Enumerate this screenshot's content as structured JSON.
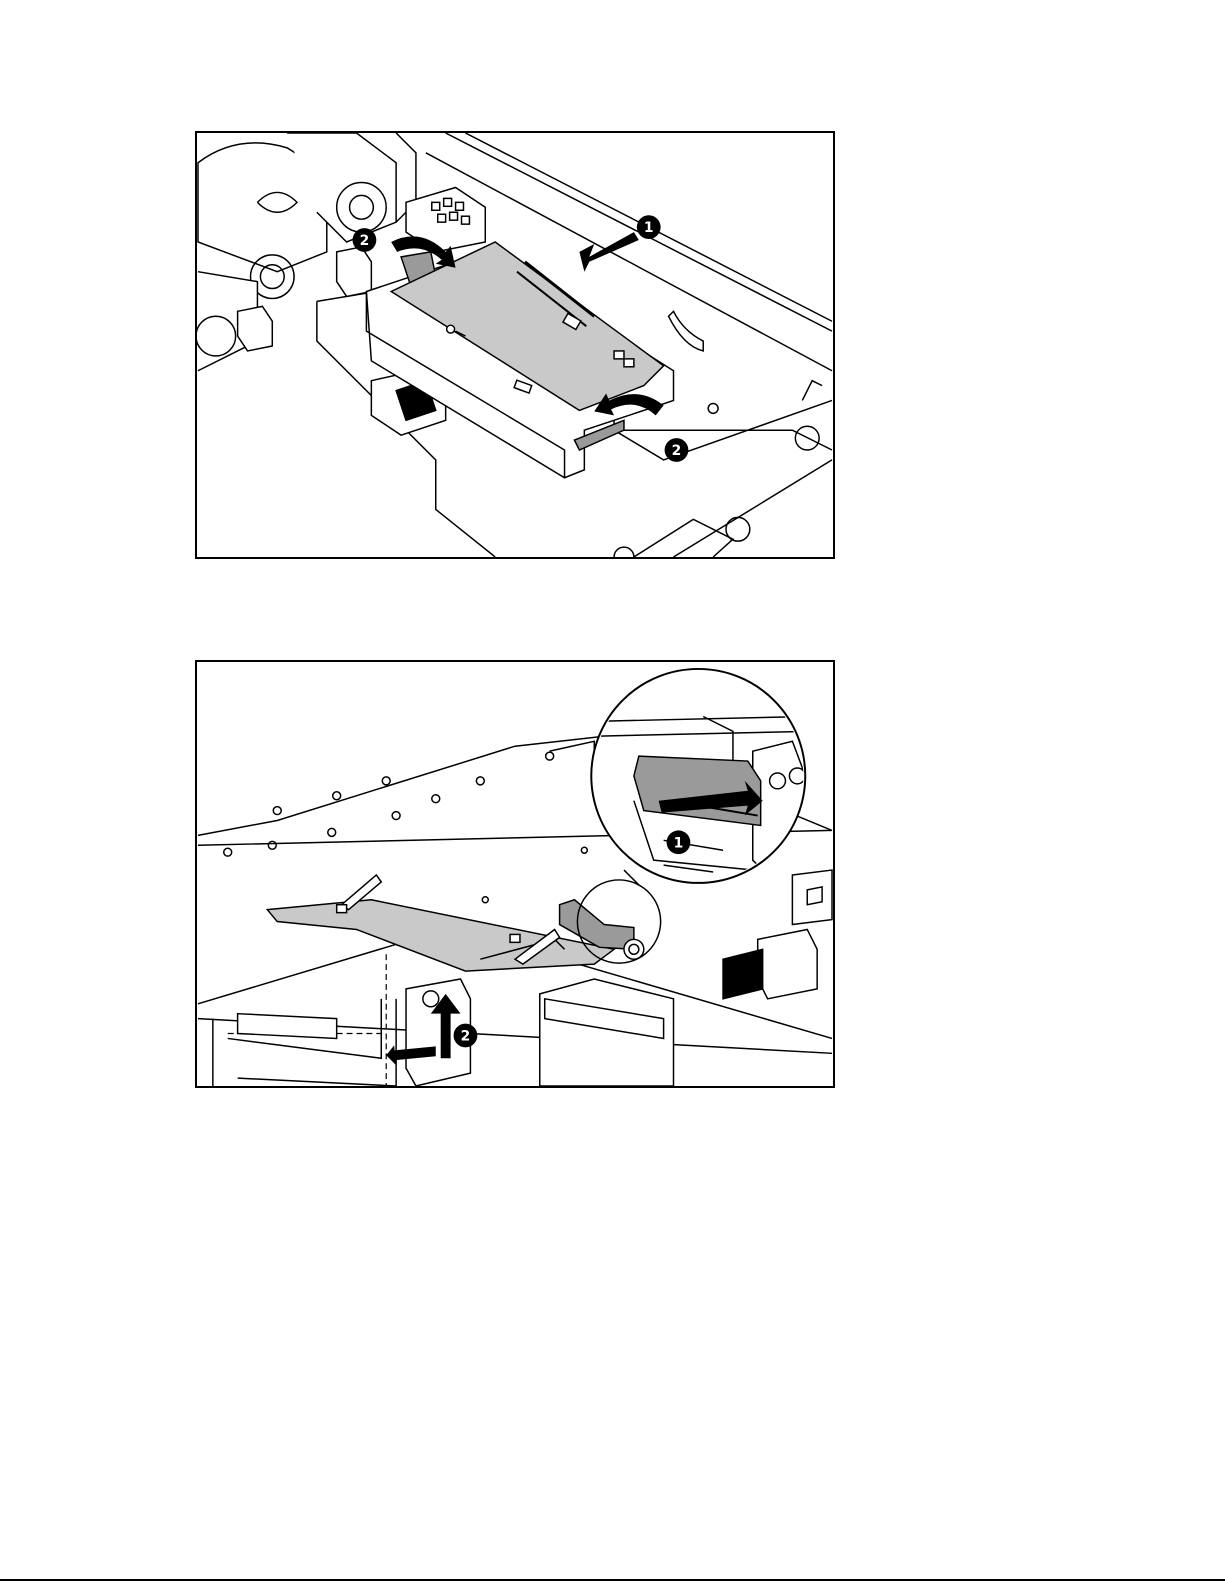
{
  "figures": [
    {
      "id": "figure-1",
      "callouts": [
        "1",
        "2",
        "2"
      ],
      "colors": {
        "board": "#c9c9c9",
        "tab": "#9a9a9a",
        "line": "#000000"
      }
    },
    {
      "id": "figure-2",
      "callouts": [
        "1",
        "2"
      ],
      "colors": {
        "board": "#c9c9c9",
        "latch": "#9a9a9a",
        "line": "#000000"
      }
    }
  ]
}
